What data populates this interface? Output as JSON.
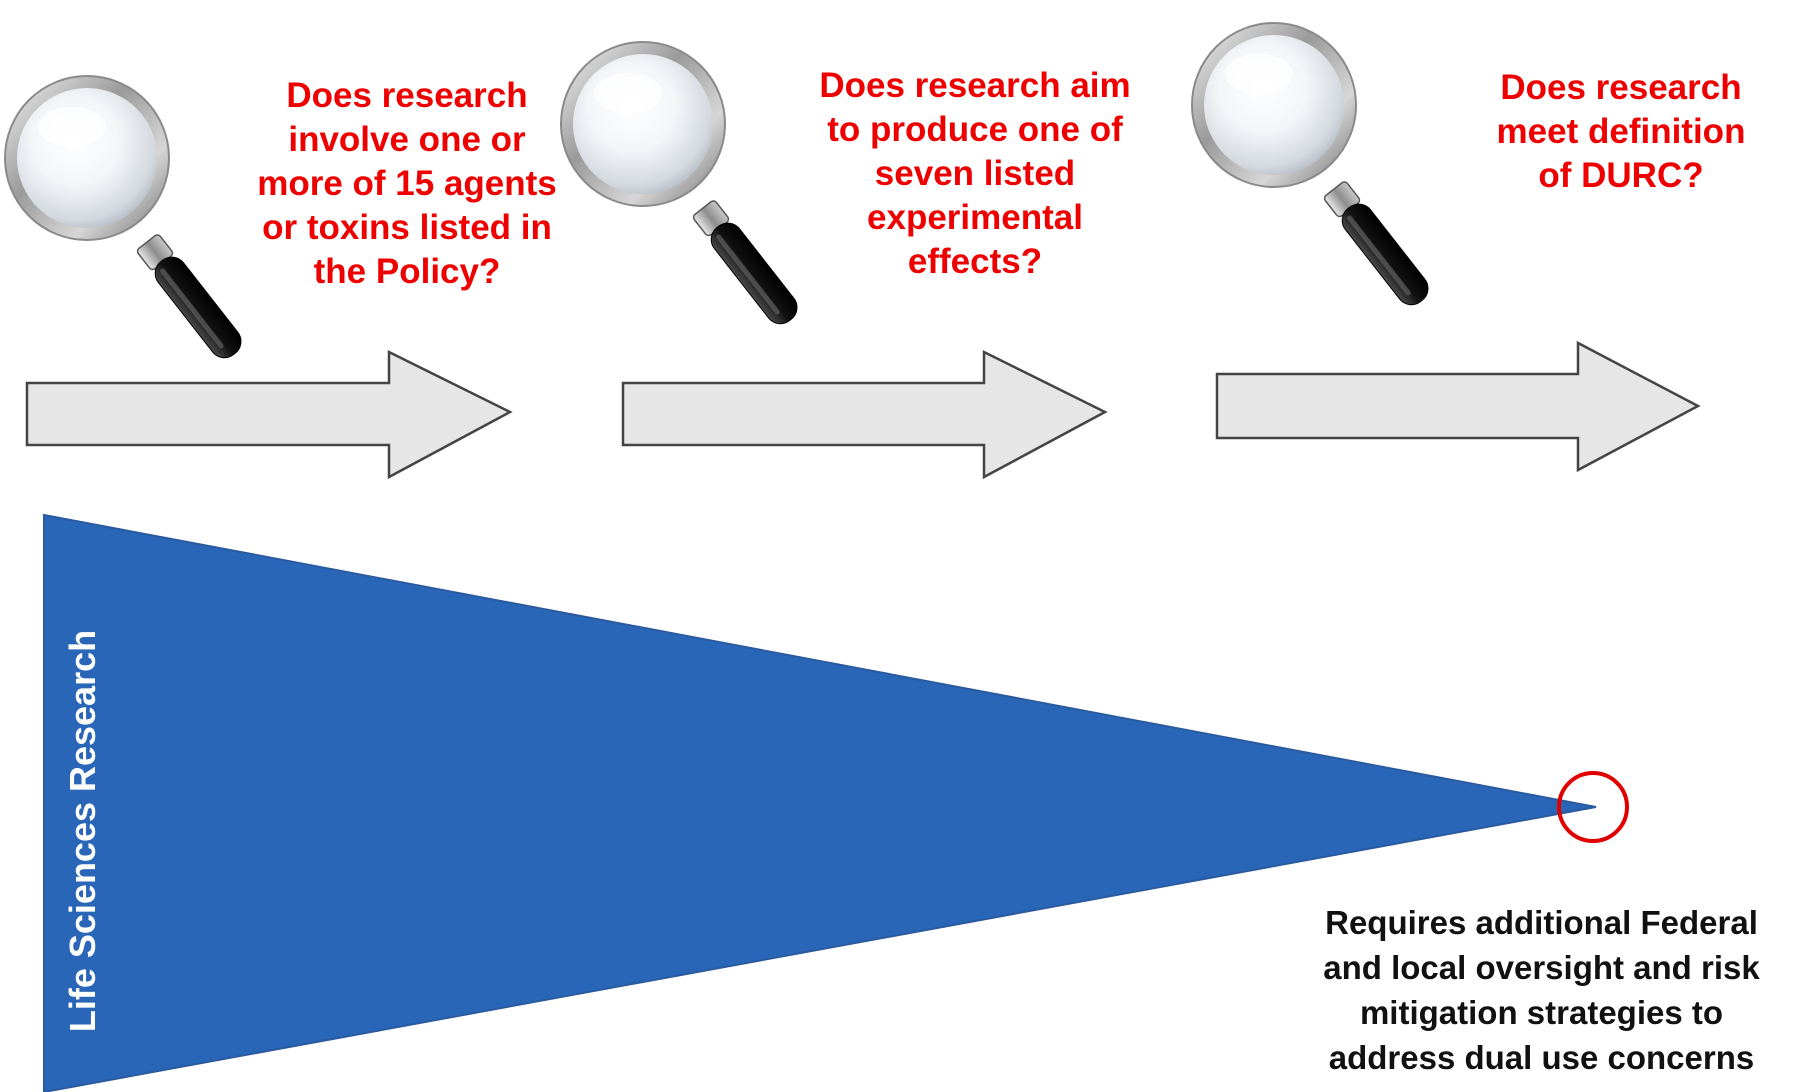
{
  "steps": [
    {
      "icon": "magnifying-glass-icon",
      "question": "Does research\ninvolve one or\nmore of 15 agents\nor toxins listed in\nthe Policy?"
    },
    {
      "icon": "magnifying-glass-icon",
      "question": "Does research aim\nto produce one of\nseven listed\nexperimental\neffects?"
    },
    {
      "icon": "magnifying-glass-icon",
      "question": "Does research\nmeet definition\nof DURC?"
    }
  ],
  "funnel": {
    "label": "Life Sciences Research",
    "color": "#2a66b8"
  },
  "outcome": {
    "text": "Requires additional Federal\nand local oversight and risk\nmitigation strategies to\naddress dual use concerns",
    "marker_color": "#e00000"
  },
  "colors": {
    "question_text": "#ee0000",
    "arrow_fill": "#e6e6e6",
    "arrow_stroke": "#444444"
  }
}
